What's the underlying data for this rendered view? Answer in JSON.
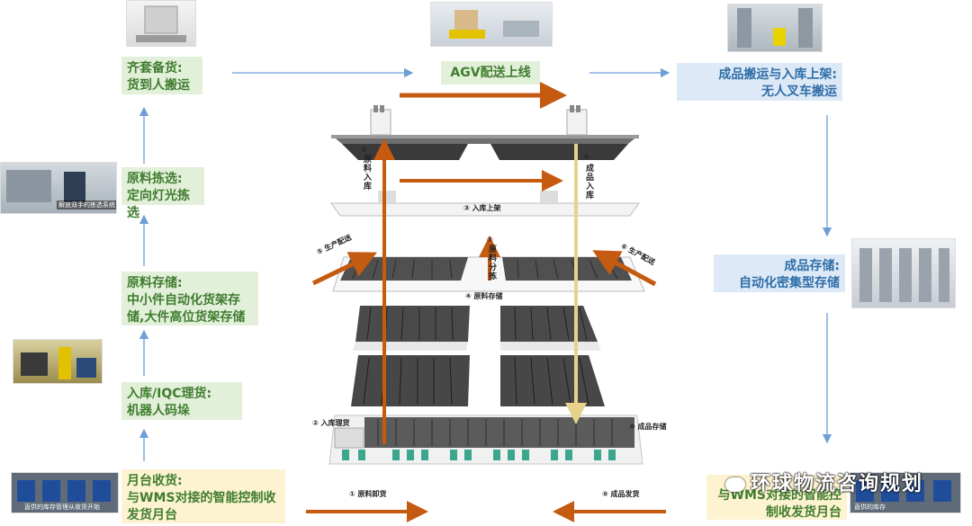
{
  "steps": {
    "qitao": {
      "line1": "齐套备货:",
      "line2": "货到人搬运"
    },
    "agv": "AGV配送上线",
    "chengpin_banyun": {
      "line1": "成品搬运与入库上架:",
      "line2": "无人叉车搬运"
    },
    "yuanliao_jianxuan": {
      "line1": "原料拣选:",
      "line2": "定向灯光拣选"
    },
    "yuanliao_cunchu": {
      "line1": "原料存储:",
      "line2": "中小件自动化货架存",
      "line3": "储,大件高位货架存储"
    },
    "chengpin_cunchu": {
      "line1": "成品存储:",
      "line2": "自动化密集型存储"
    },
    "ruku_iqc": {
      "line1": "入库/IQC理货:",
      "line2": "机器人码垛"
    },
    "yuetai_left": {
      "line1": "月台收货:",
      "line2": "与WMS对接的智能控制收",
      "line3": "发货月台"
    },
    "yuetai_right": {
      "line1": "与WMS对接的智能控",
      "line2": "制收发货月台"
    }
  },
  "diagram_labels": {
    "ruku_shangjia": "③ 入库上架",
    "yuanliao_ruku": "原料入库",
    "chengpin_ruku": "成品入库",
    "circle_2_top": "②",
    "circle_6_top": "⑥",
    "shengchan_peisong_left": "⑤ 生产配送",
    "shengchan_peisong_right": "⑥ 生产配送",
    "yuanliao_fenjian": "原料分拣",
    "circle_7": "⑦",
    "yuanliao_cunchu": "④ 原料存储",
    "ruku_lihuo": "② 入库理货",
    "chengpin_cunchu": "⑧ 成品存储",
    "yuanliao_xiehuo": "① 原料卸货",
    "chengpin_fahuo": "⑨ 成品发货"
  },
  "photo_captions": {
    "pick": "解放双手的拣选系统",
    "dock_left": "直供的库存管理从收货开始",
    "dock_right": "直供的库存"
  },
  "watermark": "环球物流咨询规划",
  "colors": {
    "green_box": "#e2efd9",
    "green_text": "#3f7d2f",
    "blue_box": "#dde9f6",
    "blue_text": "#2f6ea8",
    "yellow_box": "#fdf3d0",
    "orange_arrow": "#c55a11",
    "yellow_arrow": "#e6d28a",
    "flow_arrow": "#6d9fd6"
  }
}
